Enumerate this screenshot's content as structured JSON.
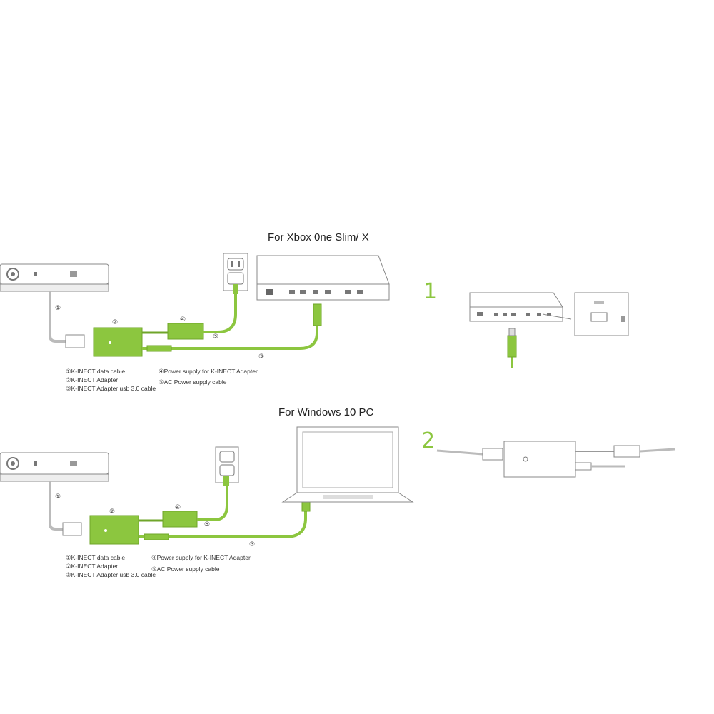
{
  "xbox_section": {
    "title": "For Xbox 0ne Slim/ X",
    "callouts": [
      "①",
      "②",
      "③",
      "④",
      "⑤"
    ],
    "legend_left": [
      "①K-INECT data cable",
      "②K-INECT  Adapter",
      "③K-INECT Adapter usb 3.0 cable"
    ],
    "legend_right": [
      "④Power supply for K-INECT Adapter",
      "⑤AC Power supply cable"
    ]
  },
  "pc_section": {
    "title": "For Windows 10 PC",
    "callouts": [
      "①",
      "②",
      "③",
      "④",
      "⑤"
    ],
    "legend_left": [
      "①K-INECT data cable",
      "②K-INECT  Adapter",
      "③K-INECT Adapter usb 3.0 cable"
    ],
    "legend_right": [
      "④Power supply for K-INECT Adapter",
      "⑤AC Power supply cable"
    ]
  },
  "steps": {
    "step1": "1",
    "step2": "2"
  },
  "colors": {
    "accent_green": "#8cc63f",
    "line_gray": "#bbbbbb"
  }
}
